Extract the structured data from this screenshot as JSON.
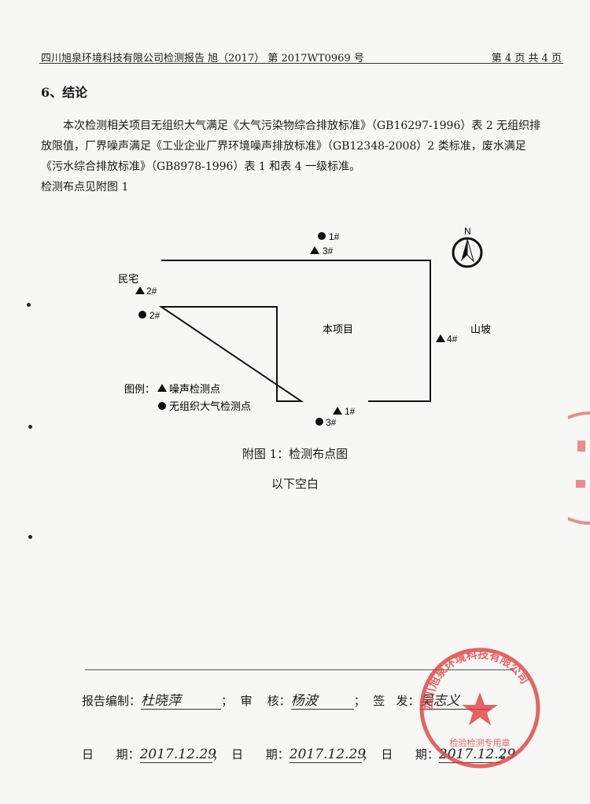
{
  "header": {
    "left": "四川旭泉环境科技有限公司检测报告    旭（2017） 第 2017WT0969 号",
    "right": "第 4 页  共 4 页"
  },
  "section": {
    "title": "6、结论",
    "paragraph": "本次检测相关项目无组织大气满足《大气污染物综合排放标准》（GB16297-1996）表 2 无组织排放限值，厂界噪声满足《工业企业厂界环境噪声排放标准》（GB12348-2008）2 类标准，废水满足《污水综合排放标准》（GB8978-1996）表 1 和表 4 一级标准。",
    "note": "检测布点见附图 1"
  },
  "diagram": {
    "north": "N",
    "project": "本项目",
    "residence": "民宅",
    "slope": "山坡",
    "points": {
      "p1_circle": "1#",
      "p3_tri": "3#",
      "p2_tri": "2#",
      "p2_circle": "2#",
      "p4_tri": "4#",
      "p1_tri": "1#",
      "p3_circle": "3#"
    },
    "legend": {
      "title": "图例：",
      "noise": "噪声检测点",
      "air": "无组织大气检测点"
    }
  },
  "caption": "附图 1：检测布点图",
  "blank_note": "以下空白",
  "signatures": {
    "compiler_label": "报告编制：",
    "compiler_name": "杜晓萍",
    "reviewer_label": "审    核：",
    "reviewer_name": "杨波",
    "issuer_label": "签   发：",
    "issuer_name": "吴志义",
    "date_label": "日      期：",
    "date1": "2017.12.29",
    "date2": "2017.12.29",
    "date3": "2017.12.29"
  },
  "stamp": {
    "ring_text": "四川旭泉环境科技有限公司",
    "inner_text": "检验检测专用章"
  },
  "colors": {
    "stamp": "#e03a3a",
    "text": "#1a1a1a"
  }
}
